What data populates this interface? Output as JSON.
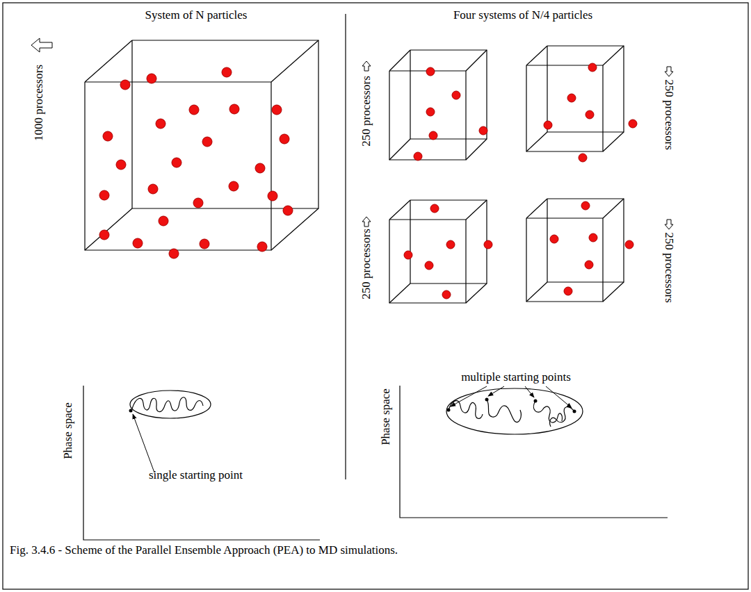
{
  "diagram": {
    "caption": "Fig. 3.4.6 - Scheme of the Parallel Ensemble Approach (PEA) to MD simulations.",
    "labels": [
      "System of N particles",
      "1000 processors",
      "Four systems of N/4 particles",
      "250 processors",
      "250 processors",
      "250 processors",
      "250 processors",
      "Phase space",
      "single starting point",
      "Phase space",
      "multiple starting points"
    ]
  }
}
